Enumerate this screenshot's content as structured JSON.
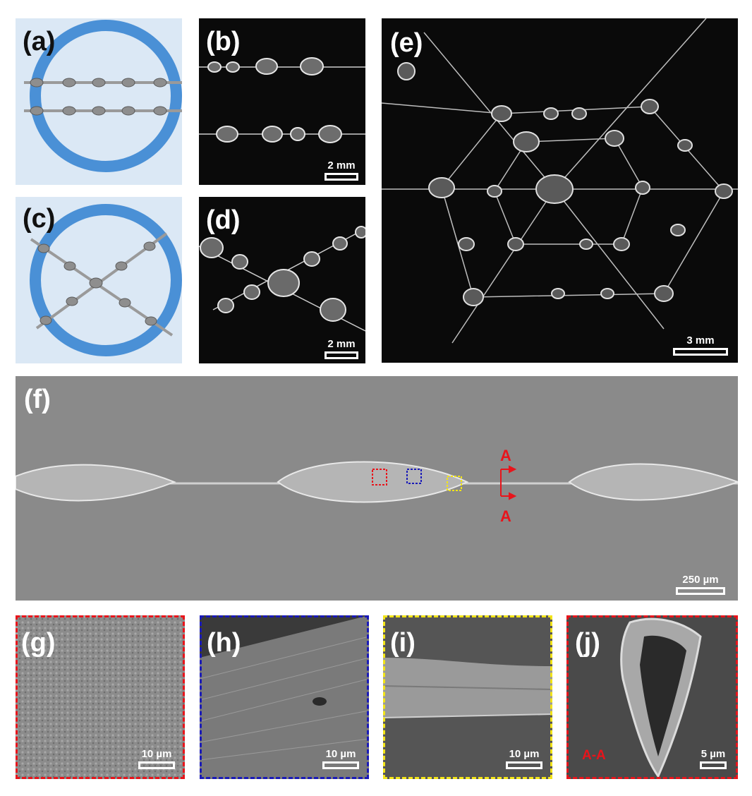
{
  "figure": {
    "panels": {
      "a": {
        "label": "(a)"
      },
      "b": {
        "label": "(b)",
        "scale": "2 mm"
      },
      "c": {
        "label": "(c)"
      },
      "d": {
        "label": "(d)",
        "scale": "2 mm"
      },
      "e": {
        "label": "(e)",
        "scale": "3 mm"
      },
      "f": {
        "label": "(f)",
        "scale": "250 µm",
        "section_top": "A",
        "section_bottom": "A"
      },
      "g": {
        "label": "(g)",
        "scale": "10 µm",
        "frame_color": "#e8141b"
      },
      "h": {
        "label": "(h)",
        "scale": "10 µm",
        "frame_color": "#1a1ab8"
      },
      "i": {
        "label": "(i)",
        "scale": "10 µm",
        "frame_color": "#f2e418"
      },
      "j": {
        "label": "(j)",
        "scale": "5 µm",
        "frame_color": "#e8141b",
        "section": "A-A"
      }
    },
    "colors": {
      "schematic_bg": "#dbe8f5",
      "ring": "#4a90d6",
      "photo_bg": "#0a0a0a",
      "sem_bg": "#8a8a8a",
      "marker_red": "#e8141b"
    }
  }
}
